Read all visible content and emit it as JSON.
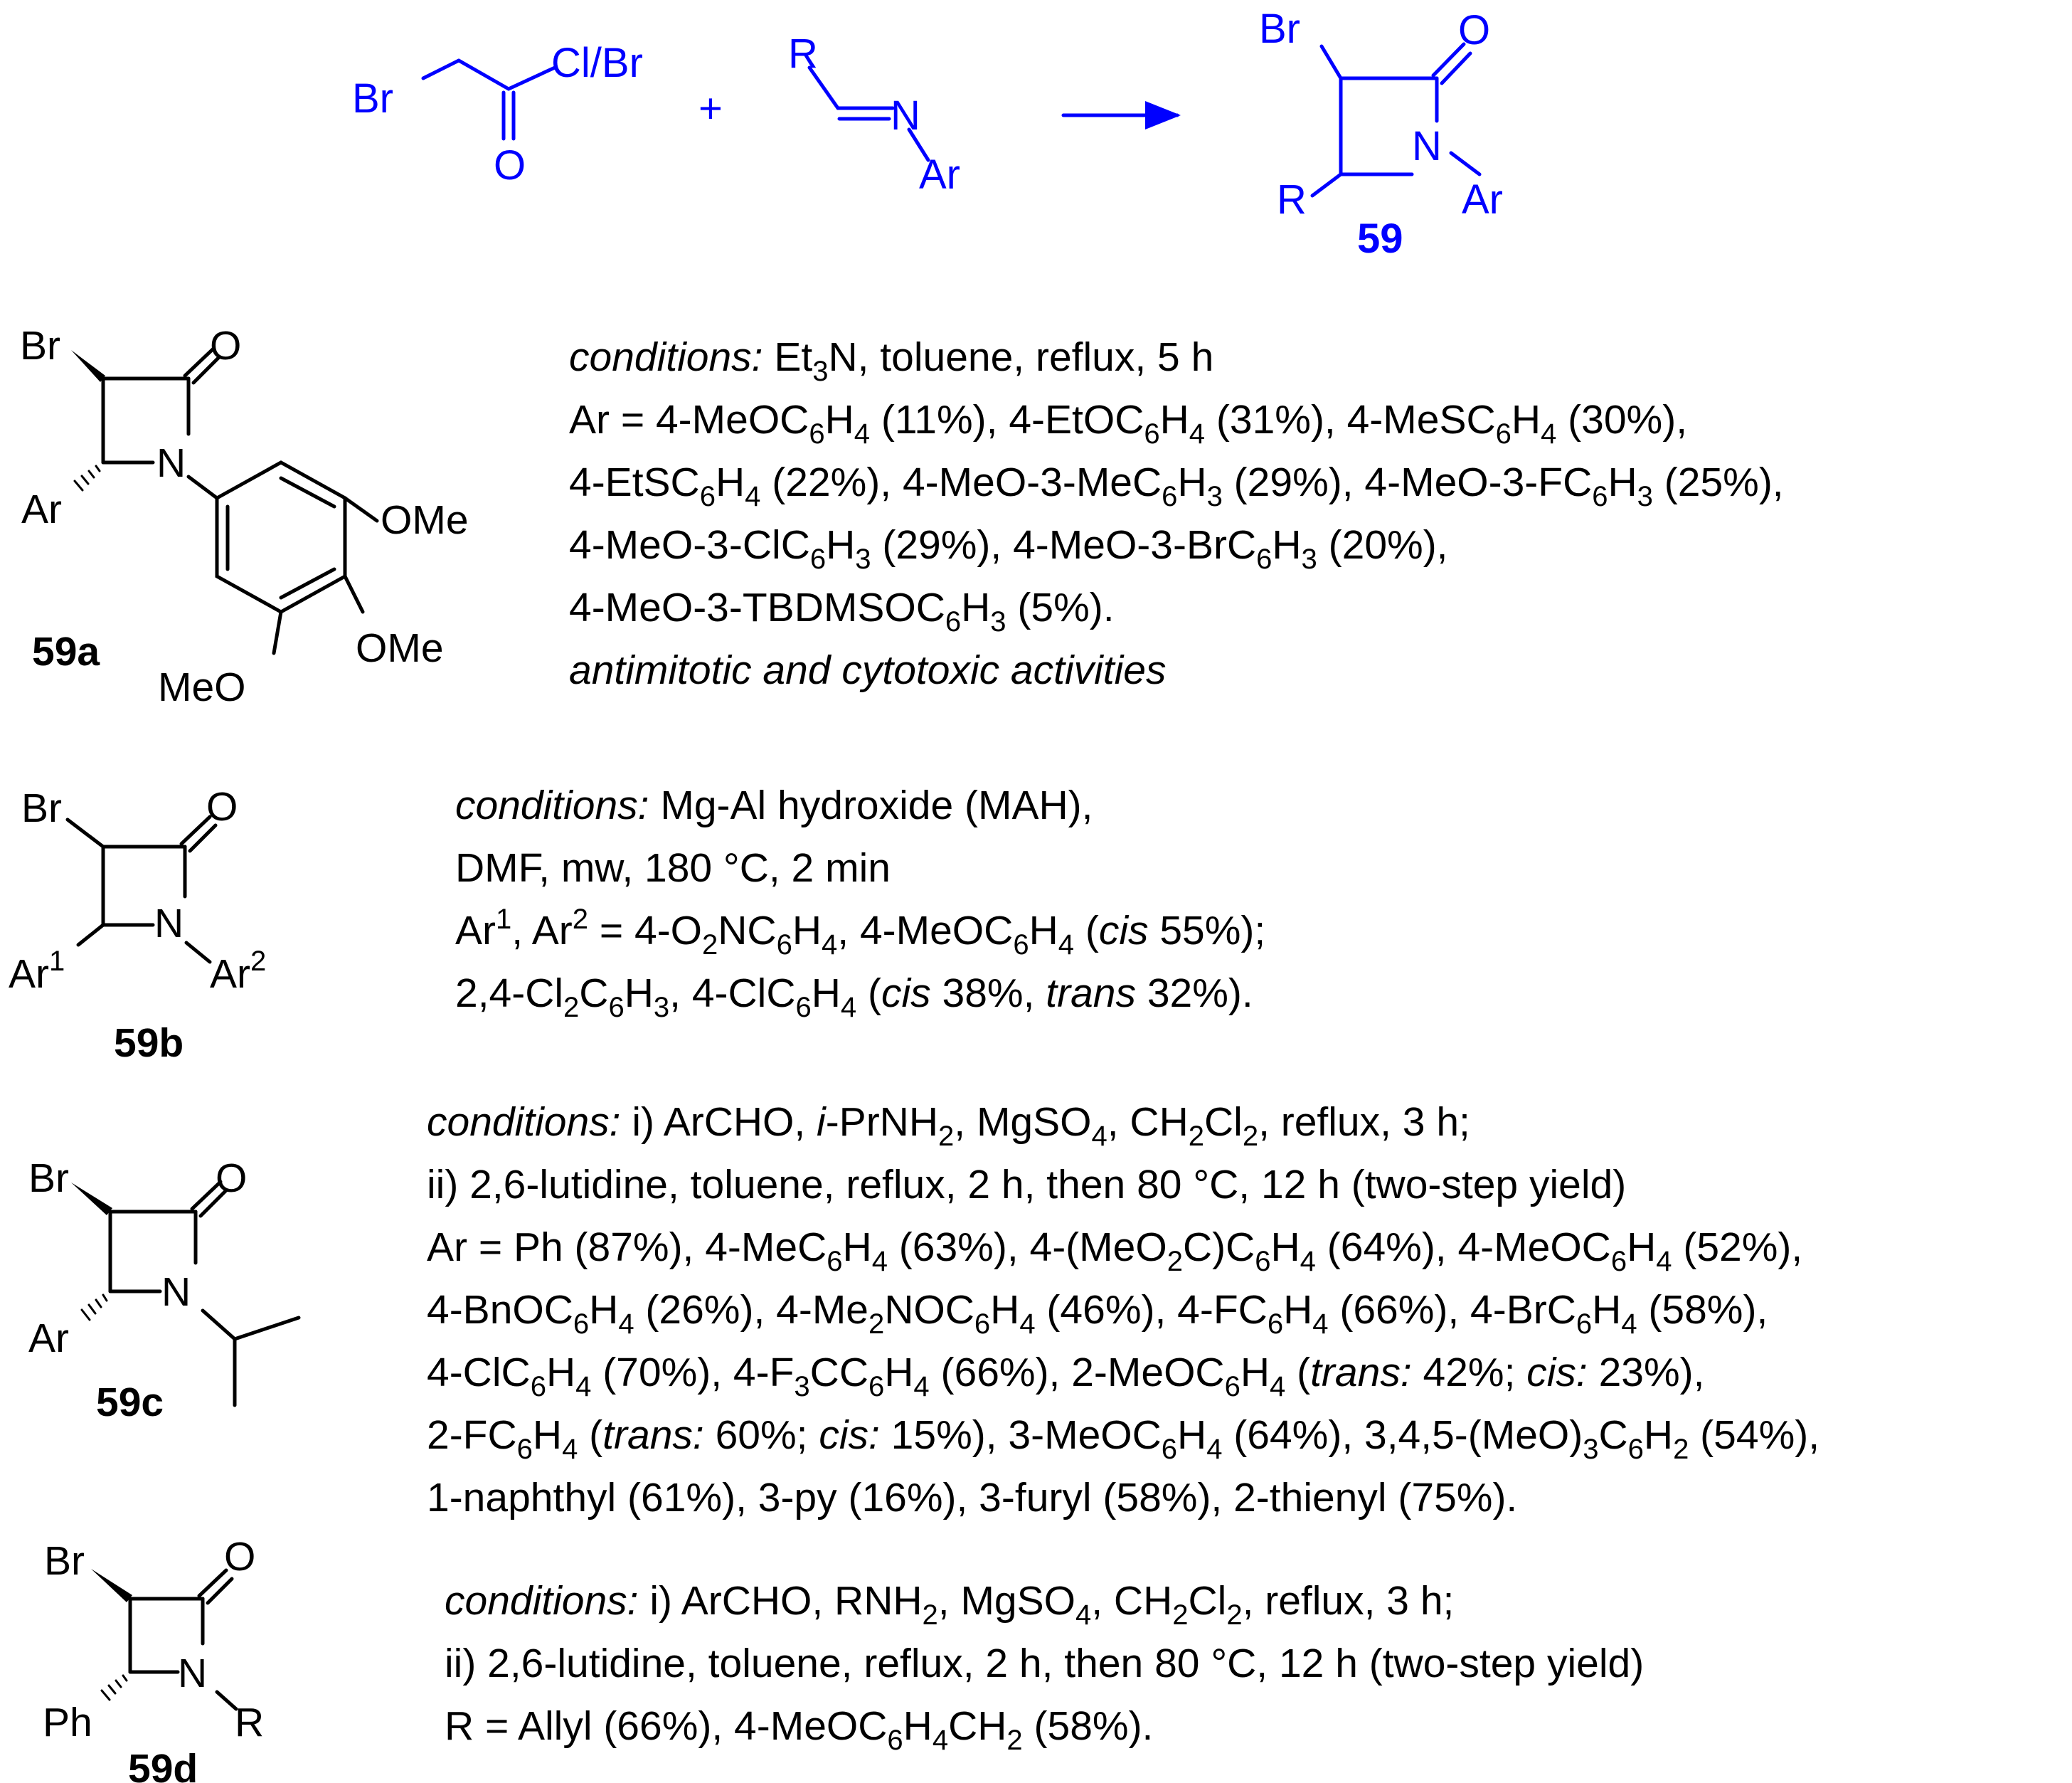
{
  "colors": {
    "reaction": "#0000ff",
    "text": "#000000"
  },
  "reaction": {
    "reagent_left": "Br",
    "reagent_halide": "Cl/Br",
    "reagent_oxygen": "O",
    "plus": "+",
    "imine_r": "R",
    "imine_n": "N",
    "imine_ar": "Ar",
    "product_br": "Br",
    "product_o": "O",
    "product_n": "N",
    "product_r": "R",
    "product_ar": "Ar",
    "product_label": "59"
  },
  "compounds": [
    {
      "label": "59a",
      "atoms": {
        "br": "Br",
        "o": "O",
        "n": "N",
        "ar": "Ar",
        "ome1": "OMe",
        "ome2": "OMe",
        "ome3": "MeO"
      },
      "text": {
        "conditions_label": "conditions:",
        "l1_a": "Et",
        "l1_b": "3",
        "l1_c": "N, toluene, reflux, 5 h",
        "l2_a": "Ar = 4-MeOC",
        "l2_b": "6",
        "l2_c": "H",
        "l2_d": "4",
        "l2_e": " (11%), 4-EtOC",
        "l2_f": "6",
        "l2_g": "H",
        "l2_h": "4",
        "l2_i": " (31%), 4-MeSC",
        "l2_j": "6",
        "l2_k": "H",
        "l2_l": "4",
        "l2_m": " (30%),",
        "l3_a": "4-EtSC",
        "l3_b": "6",
        "l3_c": "H",
        "l3_d": "4",
        "l3_e": " (22%), 4-MeO-3-MeC",
        "l3_f": "6",
        "l3_g": "H",
        "l3_h": "3",
        "l3_i": " (29%), 4-MeO-3-FC",
        "l3_j": "6",
        "l3_k": "H",
        "l3_l": "3",
        "l3_m": " (25%),",
        "l4_a": "4-MeO-3-ClC",
        "l4_b": "6",
        "l4_c": "H",
        "l4_d": "3",
        "l4_e": " (29%), 4-MeO-3-BrC",
        "l4_f": "6",
        "l4_g": "H",
        "l4_h": "3",
        "l4_i": " (20%),",
        "l5_a": "4-MeO-3-TBDMSOC",
        "l5_b": "6",
        "l5_c": "H",
        "l5_d": "3",
        "l5_e": " (5%).",
        "l6": "antimitotic and cytotoxic activities"
      }
    },
    {
      "label": "59b",
      "atoms": {
        "br": "Br",
        "o": "O",
        "n": "N",
        "ar1": "Ar",
        "ar1_sup": "1",
        "ar2": "Ar",
        "ar2_sup": "2"
      },
      "text": {
        "conditions_label": "conditions:",
        "l1": "Mg-Al hydroxide (MAH),",
        "l2": "DMF, mw, 180 °C, 2 min",
        "l3_a": "Ar",
        "l3_b": "1",
        "l3_c": ", Ar",
        "l3_d": "2",
        "l3_e": " = 4-O",
        "l3_f": "2",
        "l3_g": "NC",
        "l3_h": "6",
        "l3_i": "H",
        "l3_j": "4",
        "l3_k": ", 4-MeOC",
        "l3_l": "6",
        "l3_m": "H",
        "l3_n": "4",
        "l3_o": " (",
        "l3_p": "cis",
        "l3_q": " 55%);",
        "l4_a": "2,4-Cl",
        "l4_b": "2",
        "l4_c": "C",
        "l4_d": "6",
        "l4_e": "H",
        "l4_f": "3",
        "l4_g": ", 4-ClC",
        "l4_h": "6",
        "l4_i": "H",
        "l4_j": "4",
        "l4_k": " (",
        "l4_l": "cis",
        "l4_m": " 38%, ",
        "l4_n": "trans",
        "l4_o": " 32%)."
      }
    },
    {
      "label": "59c",
      "atoms": {
        "br": "Br",
        "o": "O",
        "n": "N",
        "ar": "Ar"
      },
      "text": {
        "conditions_label": "conditions:",
        "l1_a": " i) ArCHO, ",
        "l1_b": "i",
        "l1_c": "-PrNH",
        "l1_d": "2",
        "l1_e": ", MgSO",
        "l1_f": "4",
        "l1_g": ", CH",
        "l1_h": "2",
        "l1_i": "Cl",
        "l1_j": "2",
        "l1_k": ", reflux, 3 h;",
        "l2": "ii) 2,6-lutidine, toluene, reflux, 2 h, then 80 °C, 12 h (two-step yield)",
        "l3_a": "Ar = Ph (87%), 4-MeC",
        "l3_b": "6",
        "l3_c": "H",
        "l3_d": "4",
        "l3_e": " (63%), 4-(MeO",
        "l3_f": "2",
        "l3_g": "C)C",
        "l3_h": "6",
        "l3_i": "H",
        "l3_j": "4",
        "l3_k": " (64%), 4-MeOC",
        "l3_l": "6",
        "l3_m": "H",
        "l3_n": "4",
        "l3_o": " (52%),",
        "l4_a": "4-BnOC",
        "l4_b": "6",
        "l4_c": "H",
        "l4_d": "4",
        "l4_e": " (26%), 4-Me",
        "l4_f": "2",
        "l4_g": "NOC",
        "l4_h": "6",
        "l4_i": "H",
        "l4_j": "4",
        "l4_k": " (46%), 4-FC",
        "l4_l": "6",
        "l4_m": "H",
        "l4_n": "4",
        "l4_o": " (66%), 4-BrC",
        "l4_p": "6",
        "l4_q": "H",
        "l4_r": "4",
        "l4_s": " (58%),",
        "l5_a": "4-ClC",
        "l5_b": "6",
        "l5_c": "H",
        "l5_d": "4",
        "l5_e": " (70%), 4-F",
        "l5_f": "3",
        "l5_g": "CC",
        "l5_h": "6",
        "l5_i": "H",
        "l5_j": "4",
        "l5_k": " (66%), 2-MeOC",
        "l5_l": "6",
        "l5_m": "H",
        "l5_n": "4",
        "l5_o": " (",
        "l5_p": "trans:",
        "l5_q": " 42%; ",
        "l5_r": "cis:",
        "l5_s": " 23%),",
        "l6_a": "2-FC",
        "l6_b": "6",
        "l6_c": "H",
        "l6_d": "4",
        "l6_e": " (",
        "l6_f": "trans:",
        "l6_g": " 60%; ",
        "l6_h": "cis:",
        "l6_i": " 15%), 3-MeOC",
        "l6_j": "6",
        "l6_k": "H",
        "l6_l": "4",
        "l6_m": " (64%), 3,4,5-(MeO)",
        "l6_n": "3",
        "l6_o": "C",
        "l6_p": "6",
        "l6_q": "H",
        "l6_r": "2",
        "l6_s": " (54%),",
        "l7": "1-naphthyl (61%), 3-py (16%), 3-furyl (58%), 2-thienyl (75%)."
      }
    },
    {
      "label": "59d",
      "atoms": {
        "br": "Br",
        "o": "O",
        "n": "N",
        "ph": "Ph",
        "r": "R"
      },
      "text": {
        "conditions_label": "conditions:",
        "l1_a": " i) ArCHO, RNH",
        "l1_b": "2",
        "l1_c": ", MgSO",
        "l1_d": "4",
        "l1_e": ", CH",
        "l1_f": "2",
        "l1_g": "Cl",
        "l1_h": "2",
        "l1_i": ", reflux, 3 h;",
        "l2": "ii) 2,6-lutidine, toluene, reflux, 2 h, then 80 °C, 12 h (two-step yield)",
        "l3_a": "R = Allyl (66%), 4-MeOC",
        "l3_b": "6",
        "l3_c": "H",
        "l3_d": "4",
        "l3_e": "CH",
        "l3_f": "2",
        "l3_g": " (58%)."
      }
    }
  ]
}
